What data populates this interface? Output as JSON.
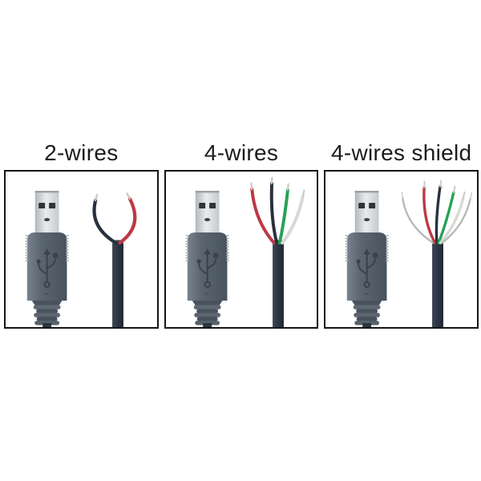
{
  "panels": [
    {
      "id": "2-wires",
      "label": "2-wires",
      "wires": [
        {
          "name": "black",
          "color": "#28313d"
        },
        {
          "name": "red",
          "color": "#bc3945"
        }
      ]
    },
    {
      "id": "4-wires",
      "label": "4-wires",
      "wires": [
        {
          "name": "red",
          "color": "#bc3945"
        },
        {
          "name": "black",
          "color": "#28313d"
        },
        {
          "name": "green",
          "color": "#27a257"
        },
        {
          "name": "white",
          "color": "#d8d9d5"
        }
      ]
    },
    {
      "id": "4-wires-shield",
      "label": "4-wires shield",
      "wires": [
        {
          "name": "shield",
          "color": "#b5b8b3"
        },
        {
          "name": "red",
          "color": "#bc3945"
        },
        {
          "name": "black",
          "color": "#28313d"
        },
        {
          "name": "green",
          "color": "#27a257"
        },
        {
          "name": "white",
          "color": "#d8d9d5"
        },
        {
          "name": "shield",
          "color": "#b5b8b3"
        }
      ]
    }
  ],
  "connector": {
    "type": "usb-a-male-connector",
    "logo": "usb-trident-icon"
  },
  "colors": {
    "background": "#ffffff",
    "panel_border": "#151515",
    "label_text": "#1c1c1c",
    "metal_light": "#e9ebec",
    "metal_mid": "#c6cacd",
    "metal_dark": "#b2b7bb",
    "metal_rim": "#9aa0a5",
    "contact_window": "#2e3438",
    "contact_oval": "#3c4249",
    "plastic_light": "#78828e",
    "plastic_mid": "#5a6570",
    "plastic_dark": "#49535e",
    "plastic_logo": "#39424d",
    "rib_light": "#b2b9c0",
    "sheath_light": "#39445299",
    "sheath_mid": "#2c3543",
    "sheath_dark": "#1f2733",
    "bare_tip": "#c9cac5"
  }
}
